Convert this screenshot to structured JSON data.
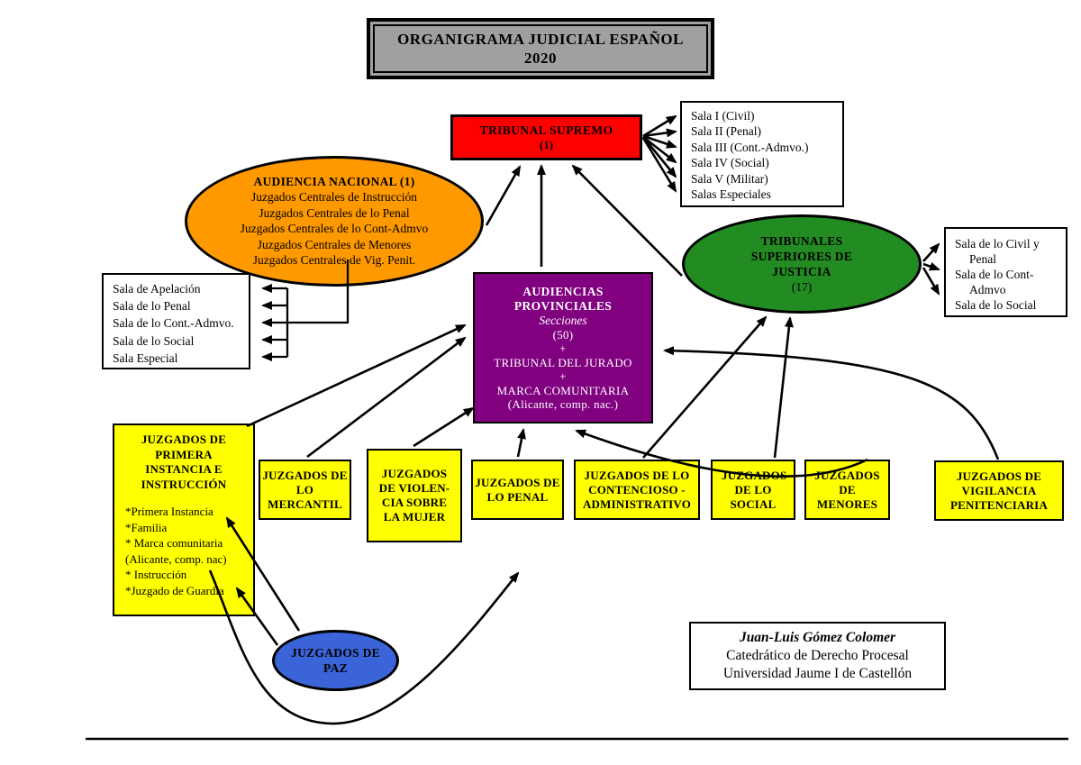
{
  "title": {
    "line1": "ORGANIGRAMA JUDICIAL ESPAÑOL",
    "line2": "2020"
  },
  "tribunal_supremo": {
    "name": "TRIBUNAL SUPREMO",
    "count": "(1)"
  },
  "ts_salas": {
    "items": [
      "Sala I (Civil)",
      "Sala II (Penal)",
      "Sala III (Cont.-Admvo.)",
      "Sala IV (Social)",
      "Sala V (Militar)",
      "Salas Especiales"
    ]
  },
  "audiencia_nacional": {
    "title": "AUDIENCIA NACIONAL (1)",
    "lines": [
      "Juzgados Centrales de Instrucción",
      "Juzgados Centrales de lo Penal",
      "Juzgados Centrales de lo Cont-Admvo",
      "Juzgados Centrales de Menores",
      "Juzgados Centrales de Vig. Penit."
    ]
  },
  "an_salas": {
    "items": [
      "Sala de Apelación",
      "Sala de lo Penal",
      "Sala de lo Cont.-Admvo.",
      "Sala de lo Social",
      "Sala Especial"
    ]
  },
  "audiencias_provinciales": {
    "title": "AUDIENCIAS PROVINCIALES",
    "subtitle": "Secciones",
    "count": "(50)",
    "plus1": "+",
    "jurado": "TRIBUNAL DEL JURADO",
    "plus2": "+",
    "marca": "MARCA COMUNITARIA",
    "marca_note": "(Alicante, comp. nac.)"
  },
  "tsj": {
    "title": "TRIBUNALES SUPERIORES DE JUSTICIA",
    "count": "(17)"
  },
  "tsj_salas": {
    "items": [
      "Sala de lo Civil y Penal",
      "Sala de lo Cont-Admvo",
      "Sala de lo Social"
    ]
  },
  "juzgados_primera": {
    "title": "JUZGADOS DE PRIMERA INSTANCIA E INSTRUCCIÓN",
    "lines": [
      "*Primera Instancia",
      "*Familia",
      "* Marca comunitaria",
      "(Alicante, comp. nac)",
      "* Instrucción",
      "*Juzgado de Guardia"
    ]
  },
  "juzgados_row": {
    "mercantil": "JUZGADOS DE LO MERCANTIL",
    "violencia": "JUZGADOS DE VIOLEN-CIA SOBRE LA MUJER",
    "penal": "JUZGADOS DE LO PENAL",
    "contencioso": "JUZGADOS DE LO CONTENCIOSO - ADMINISTRATIVO",
    "social": "JUZGADOS DE LO SOCIAL",
    "menores": "JUZGADOS DE MENORES",
    "vigilancia": "JUZGADOS DE VIGILANCIA PENITENCIARIA"
  },
  "juzgados_paz": {
    "title": "JUZGADOS DE PAZ"
  },
  "credit": {
    "author": "Juan-Luis Gómez Colomer",
    "role": "Catedrático de Derecho Procesal",
    "university": "Universidad Jaume I de Castellón"
  },
  "colors": {
    "supremo_red": "#FF0000",
    "nacional_orange": "#FF9900",
    "provinciales_purple": "#800080",
    "tsj_green": "#228B22",
    "juzgados_yellow": "#FFFF00",
    "paz_blue": "#3B64D8",
    "title_gray": "#A0A0A0"
  }
}
